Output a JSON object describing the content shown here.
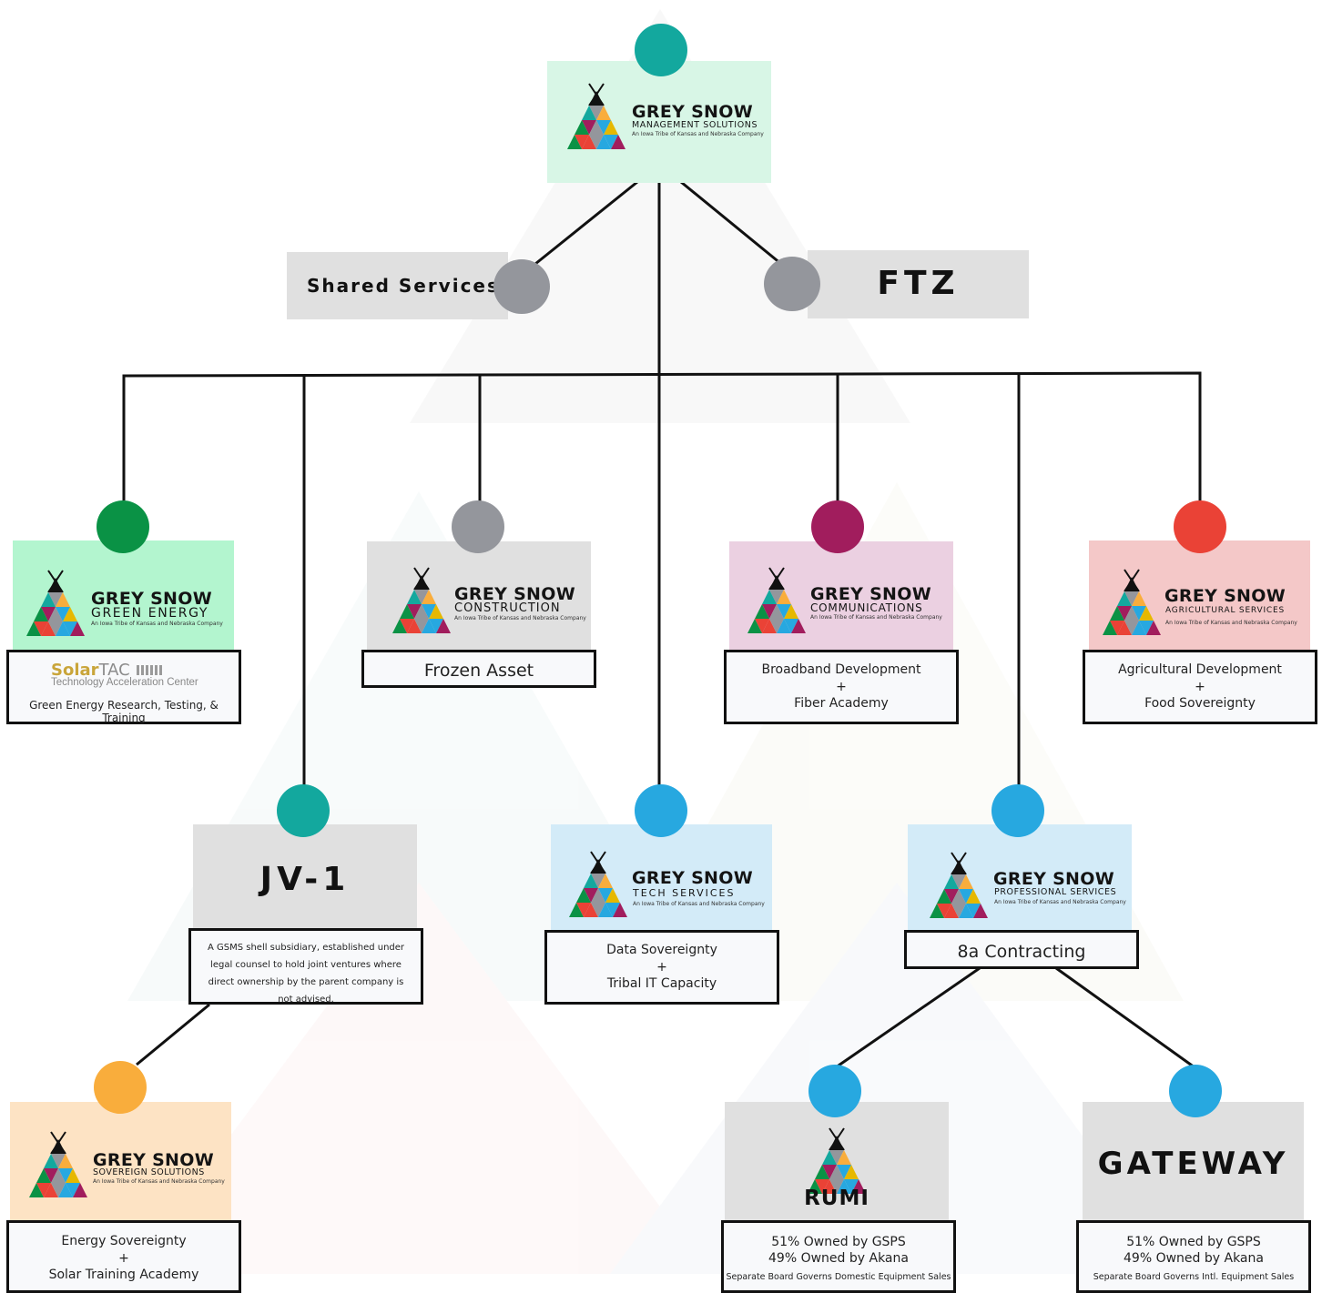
{
  "colors": {
    "teal": "#13a89e",
    "grey": "#94969c",
    "green": "#0a9245",
    "maroon": "#a11d5d",
    "red": "#ea4236",
    "blue": "#27a8e0",
    "orange": "#f9ad3c",
    "mint_bg": "#d8f6e6",
    "green_bg": "#b3f5cf",
    "grey_bg": "#e0e0e0",
    "pink_bg": "#ebd0e1",
    "rose_bg": "#f4c8c8",
    "lightblue_bg": "#d3ebf8",
    "peach_bg": "#fde3c4"
  },
  "logo_text": {
    "brand": "GREY SNOW",
    "tagline": "An Iowa Tribe of Kansas and Nebraska Company"
  },
  "top": {
    "subtitle": "MANAGEMENT SOLUTIONS"
  },
  "shared_services": {
    "label": "Shared Services"
  },
  "ftz": {
    "label": "FTZ"
  },
  "green_energy": {
    "subtitle": "GREEN ENERGY",
    "solartac_solar": "Solar",
    "solartac_tac": "TAC",
    "solartac_sub": "Technology Acceleration Center",
    "desc": "Green Energy Research, Testing, & Training"
  },
  "construction": {
    "subtitle": "CONSTRUCTION",
    "desc": "Frozen Asset"
  },
  "communications": {
    "subtitle": "COMMUNICATIONS",
    "desc_line1": "Broadband Development",
    "desc_plus": "+",
    "desc_line2": "Fiber Academy"
  },
  "agricultural": {
    "subtitle": "AGRICULTURAL SERVICES",
    "desc_line1": "Agricultural Development",
    "desc_plus": "+",
    "desc_line2": "Food Sovereignty"
  },
  "jv1": {
    "label": "JV-1",
    "desc": "A GSMS shell subsidiary, established under legal counsel to hold joint ventures where direct ownership by the parent company is not advised."
  },
  "tech": {
    "subtitle": "TECH SERVICES",
    "desc_line1": "Data Sovereignty",
    "desc_plus": "+",
    "desc_line2": "Tribal IT Capacity"
  },
  "professional": {
    "subtitle": "PROFESSIONAL SERVICES",
    "desc": "8a Contracting"
  },
  "sovereign": {
    "subtitle": "SOVEREIGN SOLUTIONS",
    "desc_line1": "Energy Sovereignty",
    "desc_plus": "+",
    "desc_line2": "Solar Training Academy"
  },
  "rumi": {
    "label": "RUMI",
    "desc_line1": "51% Owned by GSPS",
    "desc_line2": "49% Owned by Akana",
    "desc_line3": "Separate Board Governs Domestic Equipment Sales"
  },
  "gateway": {
    "label": "GATEWAY",
    "desc_line1": "51% Owned by GSPS",
    "desc_line2": "49% Owned by Akana",
    "desc_line3": "Separate Board Governs Intl. Equipment Sales"
  }
}
